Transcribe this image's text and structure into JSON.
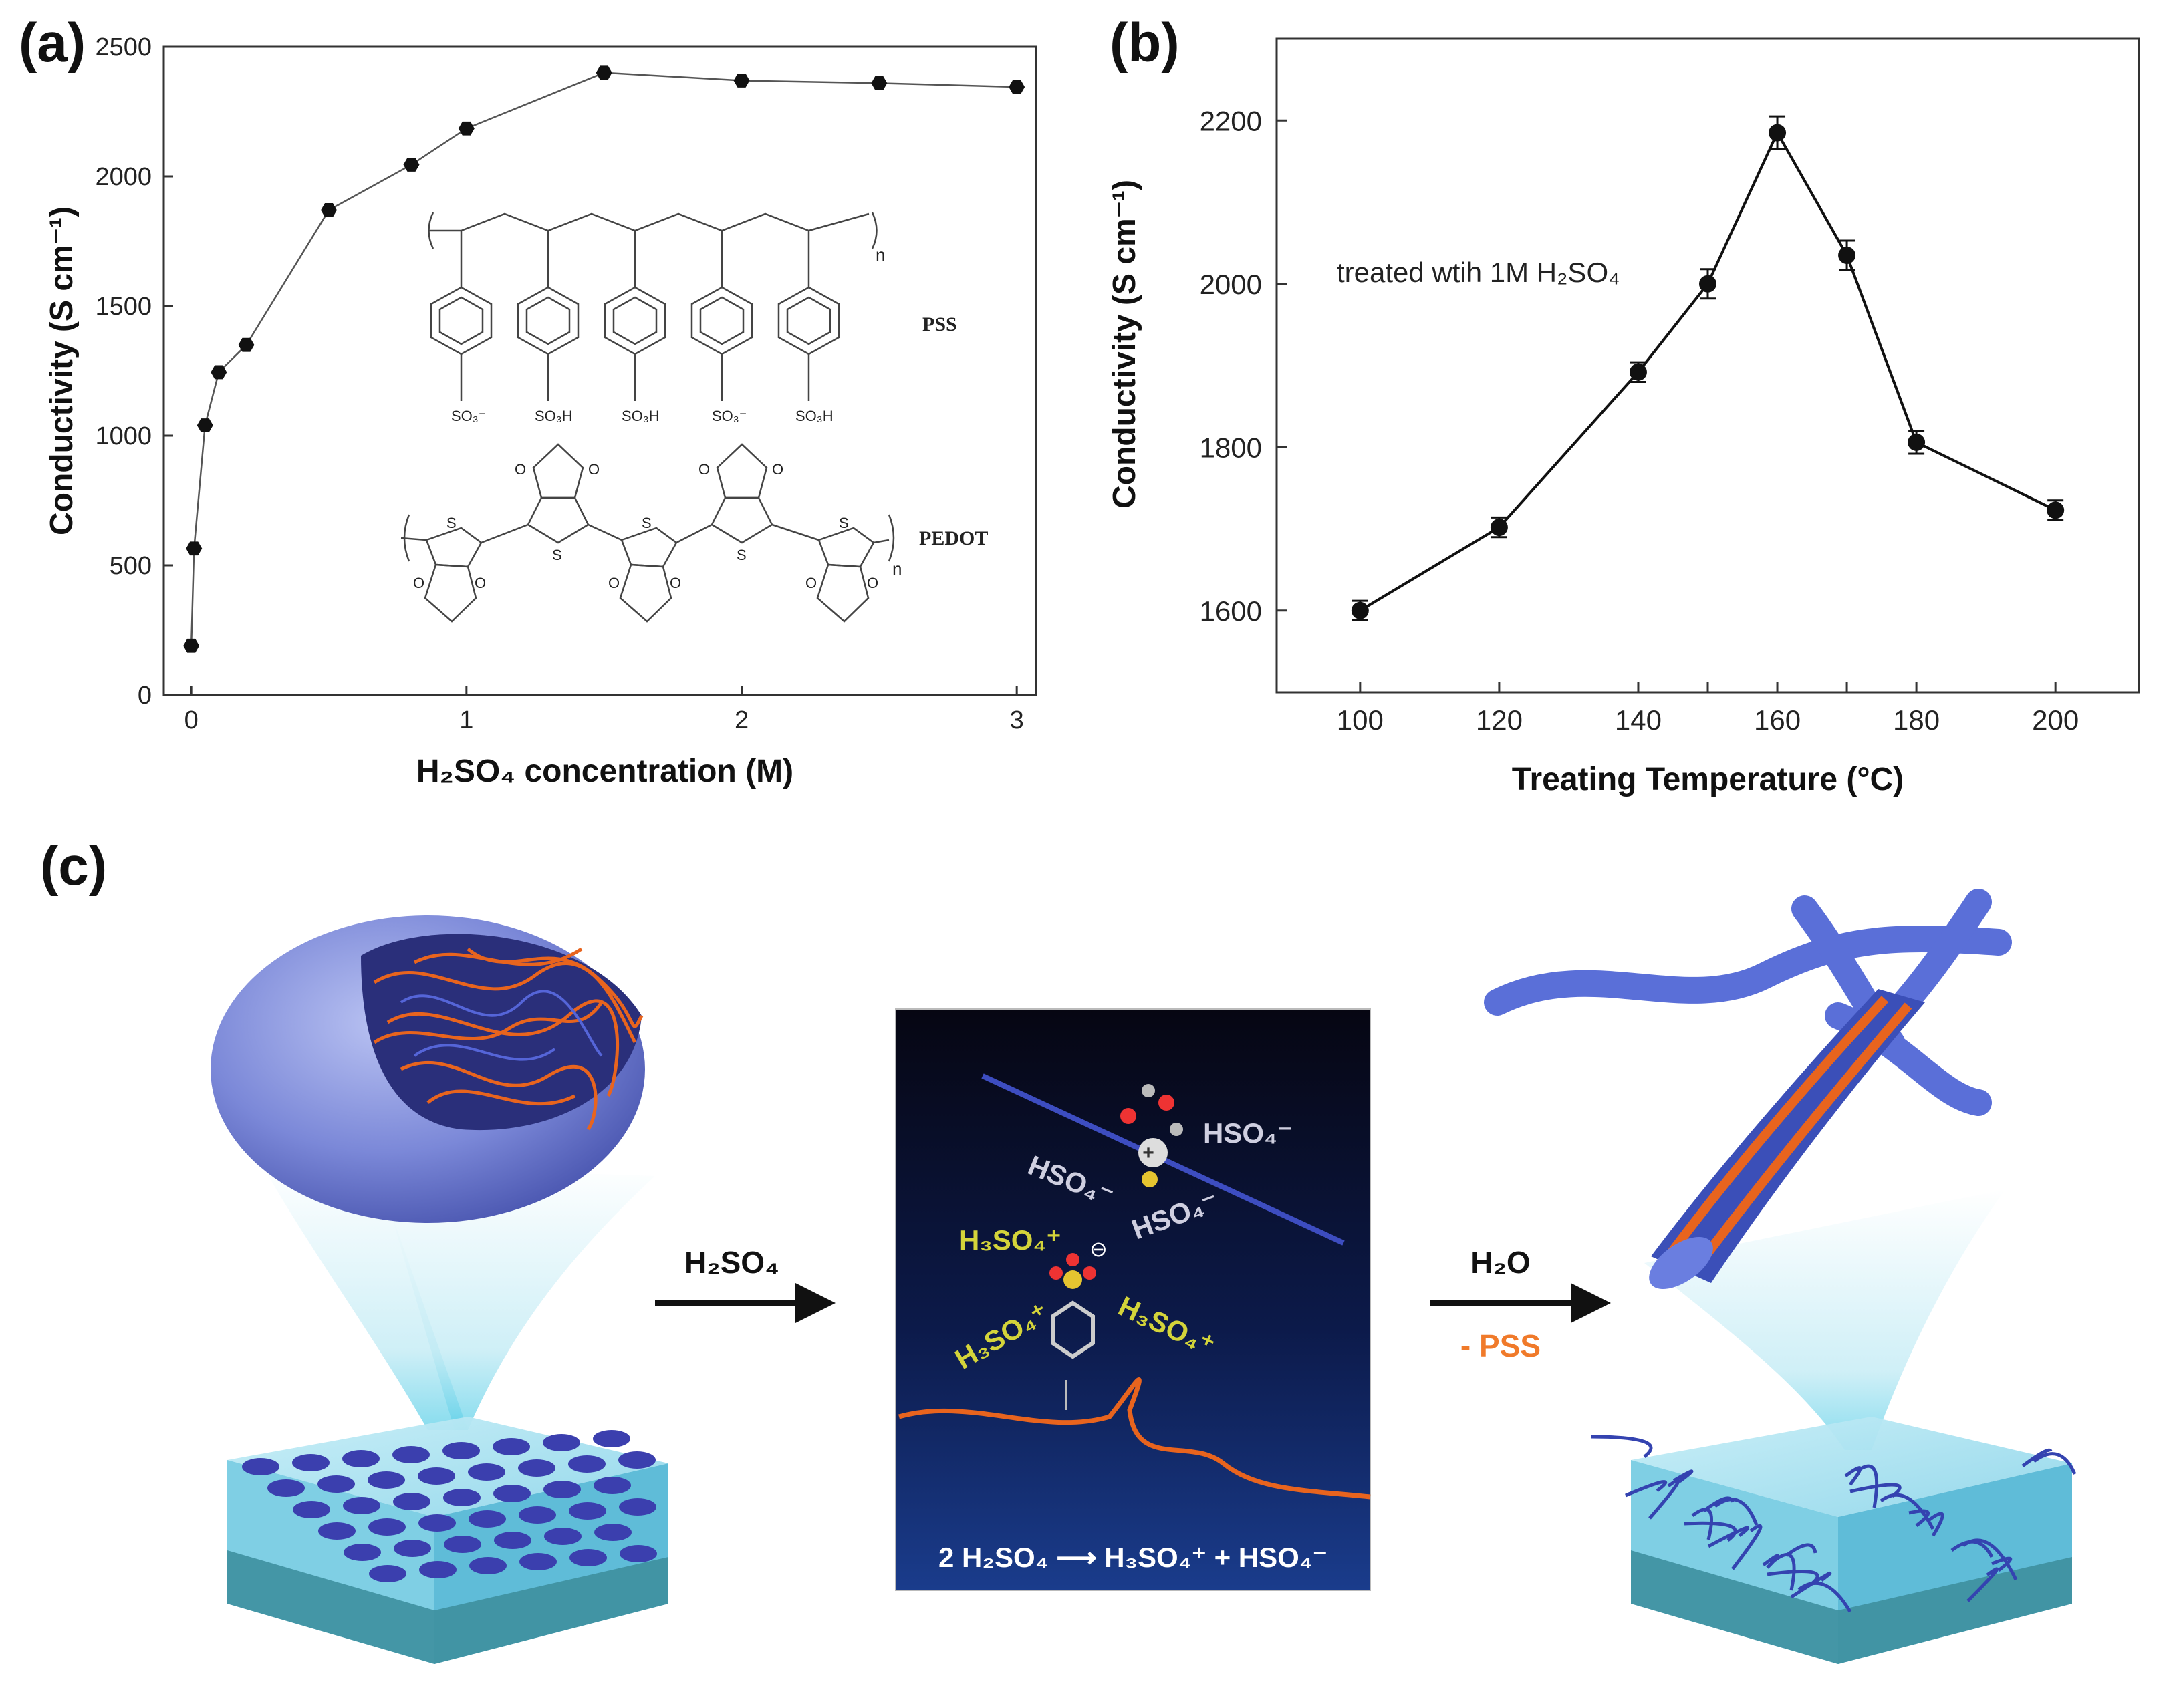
{
  "panels": {
    "a": "(a)",
    "b": "(b)",
    "c": "(c)"
  },
  "chart_data": [
    {
      "type": "line",
      "panel": "a",
      "xlabel": "H₂SO₄ concentration (M)",
      "ylabel": "Conductivity (S cm⁻¹)",
      "xlim": [
        -0.1,
        3.07
      ],
      "ylim": [
        0,
        2500
      ],
      "xticks": [
        0,
        1,
        2,
        3
      ],
      "yticks": [
        0,
        500,
        1000,
        1500,
        2000,
        2500
      ],
      "series": [
        {
          "x": [
            0,
            0.01,
            0.05,
            0.1,
            0.2,
            0.5,
            0.8,
            1.0,
            1.5,
            2.0,
            2.5,
            3.0
          ],
          "y": [
            190,
            565,
            1040,
            1245,
            1350,
            1870,
            2045,
            2185,
            2400,
            2370,
            2360,
            2345
          ]
        }
      ],
      "inset_labels": {
        "pss": "PSS",
        "pedot": "PEDOT",
        "so3_minus": "SO₃⁻",
        "so3h": "SO₃H",
        "n": "n",
        "s": "S",
        "o": "O"
      },
      "marker": "hexagon",
      "grid": false
    },
    {
      "type": "line",
      "panel": "b",
      "xlabel": "Treating Temperature (°C)",
      "ylabel": "Conductivity (S cm⁻¹)",
      "annotation": "treated wtih 1M H₂SO₄",
      "xlim": [
        88,
        212
      ],
      "ylim": [
        1500,
        2300
      ],
      "xticks": [
        100,
        120,
        140,
        150,
        160,
        170,
        180,
        200
      ],
      "xticklabels": [
        "100",
        "120",
        "140",
        "160",
        "180",
        "200"
      ],
      "yticks": [
        1600,
        1800,
        2000,
        2200
      ],
      "series": [
        {
          "x": [
            100,
            120,
            140,
            150,
            160,
            170,
            180,
            200
          ],
          "y": [
            1600,
            1702,
            1892,
            2000,
            2185,
            2035,
            1806,
            1723
          ],
          "error": [
            12,
            12,
            12,
            18,
            20,
            18,
            14,
            12
          ]
        }
      ],
      "marker": "circle",
      "grid": false
    }
  ],
  "panel_c": {
    "step1_arrow_label": "H₂SO₄",
    "step2_arrow_label": "H₂O",
    "step2_sub_label": "- PSS",
    "hso4_label": "HSO₄⁻",
    "h3so4_label": "H₃SO₄⁺",
    "equation": "2 H₂SO₄ ⟶ H₃SO₄⁺ + HSO₄⁻",
    "colors": {
      "pss": "#3b4fb8",
      "pedot": "#e8641e",
      "film": "#9fdcec",
      "dark_panel": "#0f1a4a",
      "pss_label": "#f07a2a",
      "h3so4": "#d4d43a"
    }
  }
}
